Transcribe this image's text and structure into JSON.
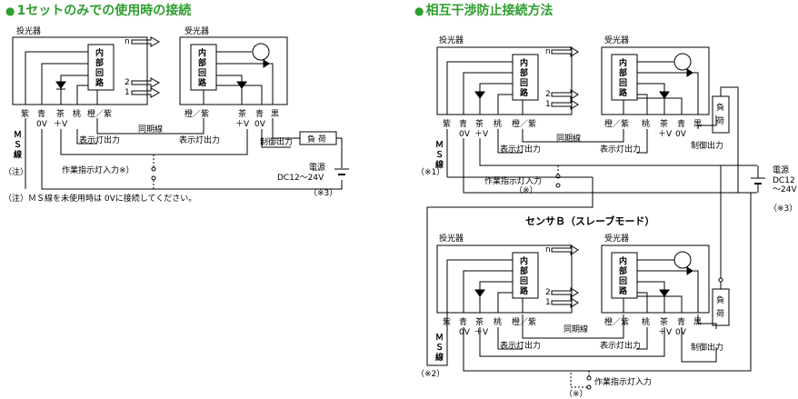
{
  "left": {
    "title": "1セットのみでの使用時の接続",
    "emitter": "投光器",
    "receiver": "受光器",
    "circuit": "内部回路",
    "wires_em": [
      "紫",
      "青",
      "茶",
      "桃",
      "橙／紫"
    ],
    "wires_rc": [
      "橙／紫",
      "茶",
      "青",
      "黒"
    ],
    "ov": "0V",
    "pv": "＋V",
    "ms": "ＭＳ線",
    "sync": "同期線",
    "display_out": "表示灯出力",
    "control_out": "制御出力",
    "load": "負 荷",
    "work_in": "作業指示灯入力※）",
    "note_label": "（注）",
    "note": "（注）ＭＳ線を未使用時は 0Vに接続してください。",
    "power": "電源",
    "power_v": "DC12〜24V",
    "mark3": "（※3）",
    "arrows": [
      "n",
      "2",
      "1"
    ]
  },
  "right": {
    "title": "相互干渉防止接続方法",
    "emitter": "投光器",
    "receiver": "受光器",
    "circuit": "内部回路",
    "wires_em": [
      "紫",
      "青",
      "茶",
      "桃",
      "橙／紫"
    ],
    "wires_rc": [
      "橙／紫",
      "桃",
      "茶",
      "青",
      "黒"
    ],
    "ov": "0V",
    "pv": "＋V",
    "ms": "ＭＳ線",
    "sync": "同期線",
    "display_out": "表示灯出力",
    "control_out": "制御出力",
    "load": "負荷",
    "work_in": "作業指示灯入力",
    "work_mark": "（※）",
    "mark1": "（※1）",
    "mark2": "（※2）",
    "mark3": "（※3）",
    "power": "電源",
    "power_v1": "DC12",
    "power_v2": "〜24V",
    "slave": "センサＢ（スレーブモード）",
    "arrows": [
      "n",
      "2",
      "1"
    ]
  }
}
